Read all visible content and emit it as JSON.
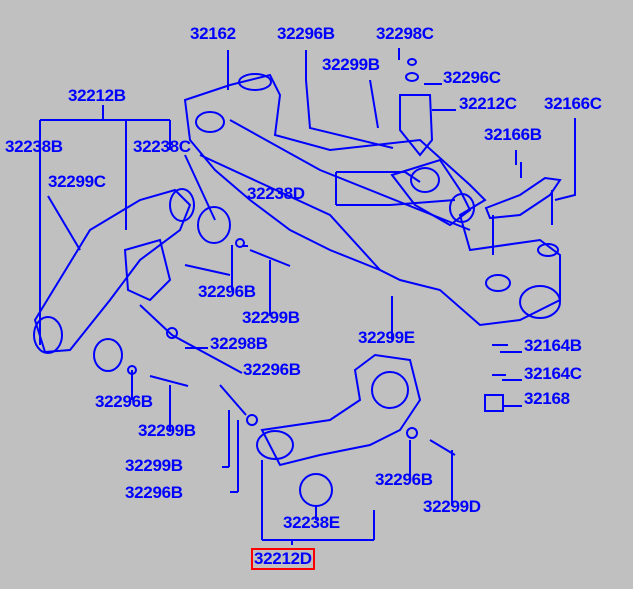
{
  "colors": {
    "background": "#c0c0c0",
    "ink": "#0000ff",
    "highlight": "#ff0000"
  },
  "labels": [
    "32162",
    "32296B",
    "32298C",
    "32299B",
    "32296C",
    "32212B",
    "32212C",
    "32166C",
    "32238B",
    "32238C",
    "32166B",
    "32299C",
    "32238D",
    "32296B",
    "32299B",
    "32298B",
    "32299E",
    "32164B",
    "32164C",
    "32296B",
    "32168",
    "32296B",
    "32299B",
    "32299B",
    "32296B",
    "32296B",
    "32299D",
    "32238E"
  ],
  "highlighted_label": "32212D"
}
